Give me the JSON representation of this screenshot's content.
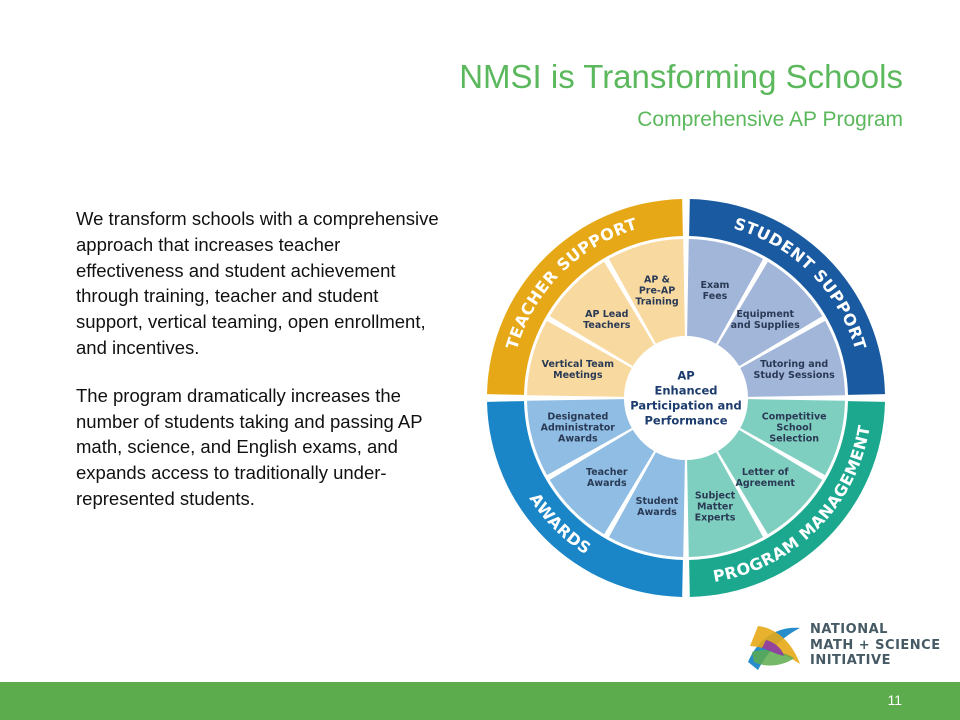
{
  "slide": {
    "title": "NMSI is Transforming Schools",
    "subtitle": "Comprehensive AP Program",
    "paragraphs": [
      "We transform schools with a comprehensive approach that increases teacher effectiveness and student achievement through training, teacher and student support, vertical teaming, open enrollment, and incentives.",
      "The program dramatically increases the number of students taking and passing AP math, science, and English exams, and expands access to traditionally under-represented students."
    ],
    "page_number": "11"
  },
  "diagram": {
    "center": [
      "AP",
      "Enhanced",
      "Participation and",
      "Performance"
    ],
    "quadrants": [
      {
        "name": "TEACHER SUPPORT",
        "ring_color": "#e6a817",
        "segment_color": "#f8d9a0",
        "items": [
          [
            "Vertical Team",
            "Meetings"
          ],
          [
            "AP Lead",
            "Teachers"
          ],
          [
            "AP &",
            "Pre-AP",
            "Training"
          ]
        ]
      },
      {
        "name": "STUDENT SUPPORT",
        "ring_color": "#1a5aa0",
        "segment_color": "#a2b6da",
        "items": [
          [
            "Exam",
            "Fees"
          ],
          [
            "Equipment",
            "and Supplies"
          ],
          [
            "Tutoring and",
            "Study Sessions"
          ]
        ]
      },
      {
        "name": "PROGRAM MANAGEMENT",
        "ring_color": "#1ba88f",
        "segment_color": "#7fcfc0",
        "items": [
          [
            "Competitive",
            "School",
            "Selection"
          ],
          [
            "Letter of",
            "Agreement"
          ],
          [
            "Subject",
            "Matter",
            "Experts"
          ]
        ]
      },
      {
        "name": "AWARDS",
        "ring_color": "#1a86c8",
        "segment_color": "#8fbde3",
        "items": [
          [
            "Student",
            "Awards"
          ],
          [
            "Teacher",
            "Awards"
          ],
          [
            "Designated",
            "Administrator",
            "Awards"
          ]
        ]
      }
    ]
  },
  "logo": {
    "lines": [
      "NATIONAL",
      "MATH + SCIENCE",
      "INITIATIVE"
    ],
    "colors": [
      "#1a86c8",
      "#e6a817",
      "#5cab4d",
      "#8e3fa0"
    ]
  },
  "colors": {
    "title_green": "#5cb85c",
    "footer_green": "#5cab4d"
  }
}
